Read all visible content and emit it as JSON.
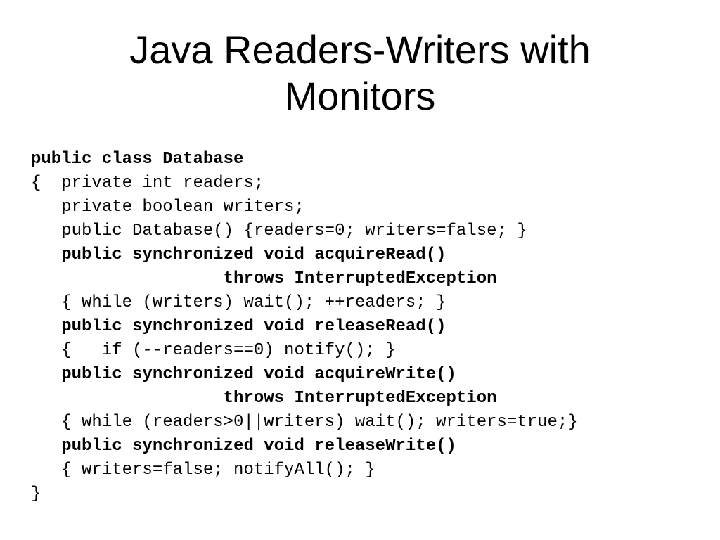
{
  "title": {
    "line1": "Java Readers-Writers with",
    "line2": "Monitors"
  },
  "code": {
    "lines": [
      "public class Database",
      "{  private int readers;",
      "   private boolean writers;",
      "   public Database() {readers=0; writers=false; }",
      "   public synchronized void acquireRead()",
      "                   throws InterruptedException",
      "   { while (writers) wait(); ++readers; }",
      "   public synchronized void releaseRead()",
      "   {   if (--readers==0) notify(); }",
      "   public synchronized void acquireWrite()",
      "                   throws InterruptedException",
      "   { while (readers>0||writers) wait(); writers=true;}",
      "   public synchronized void releaseWrite()",
      "   { writers=false; notifyAll(); }",
      "}"
    ]
  }
}
